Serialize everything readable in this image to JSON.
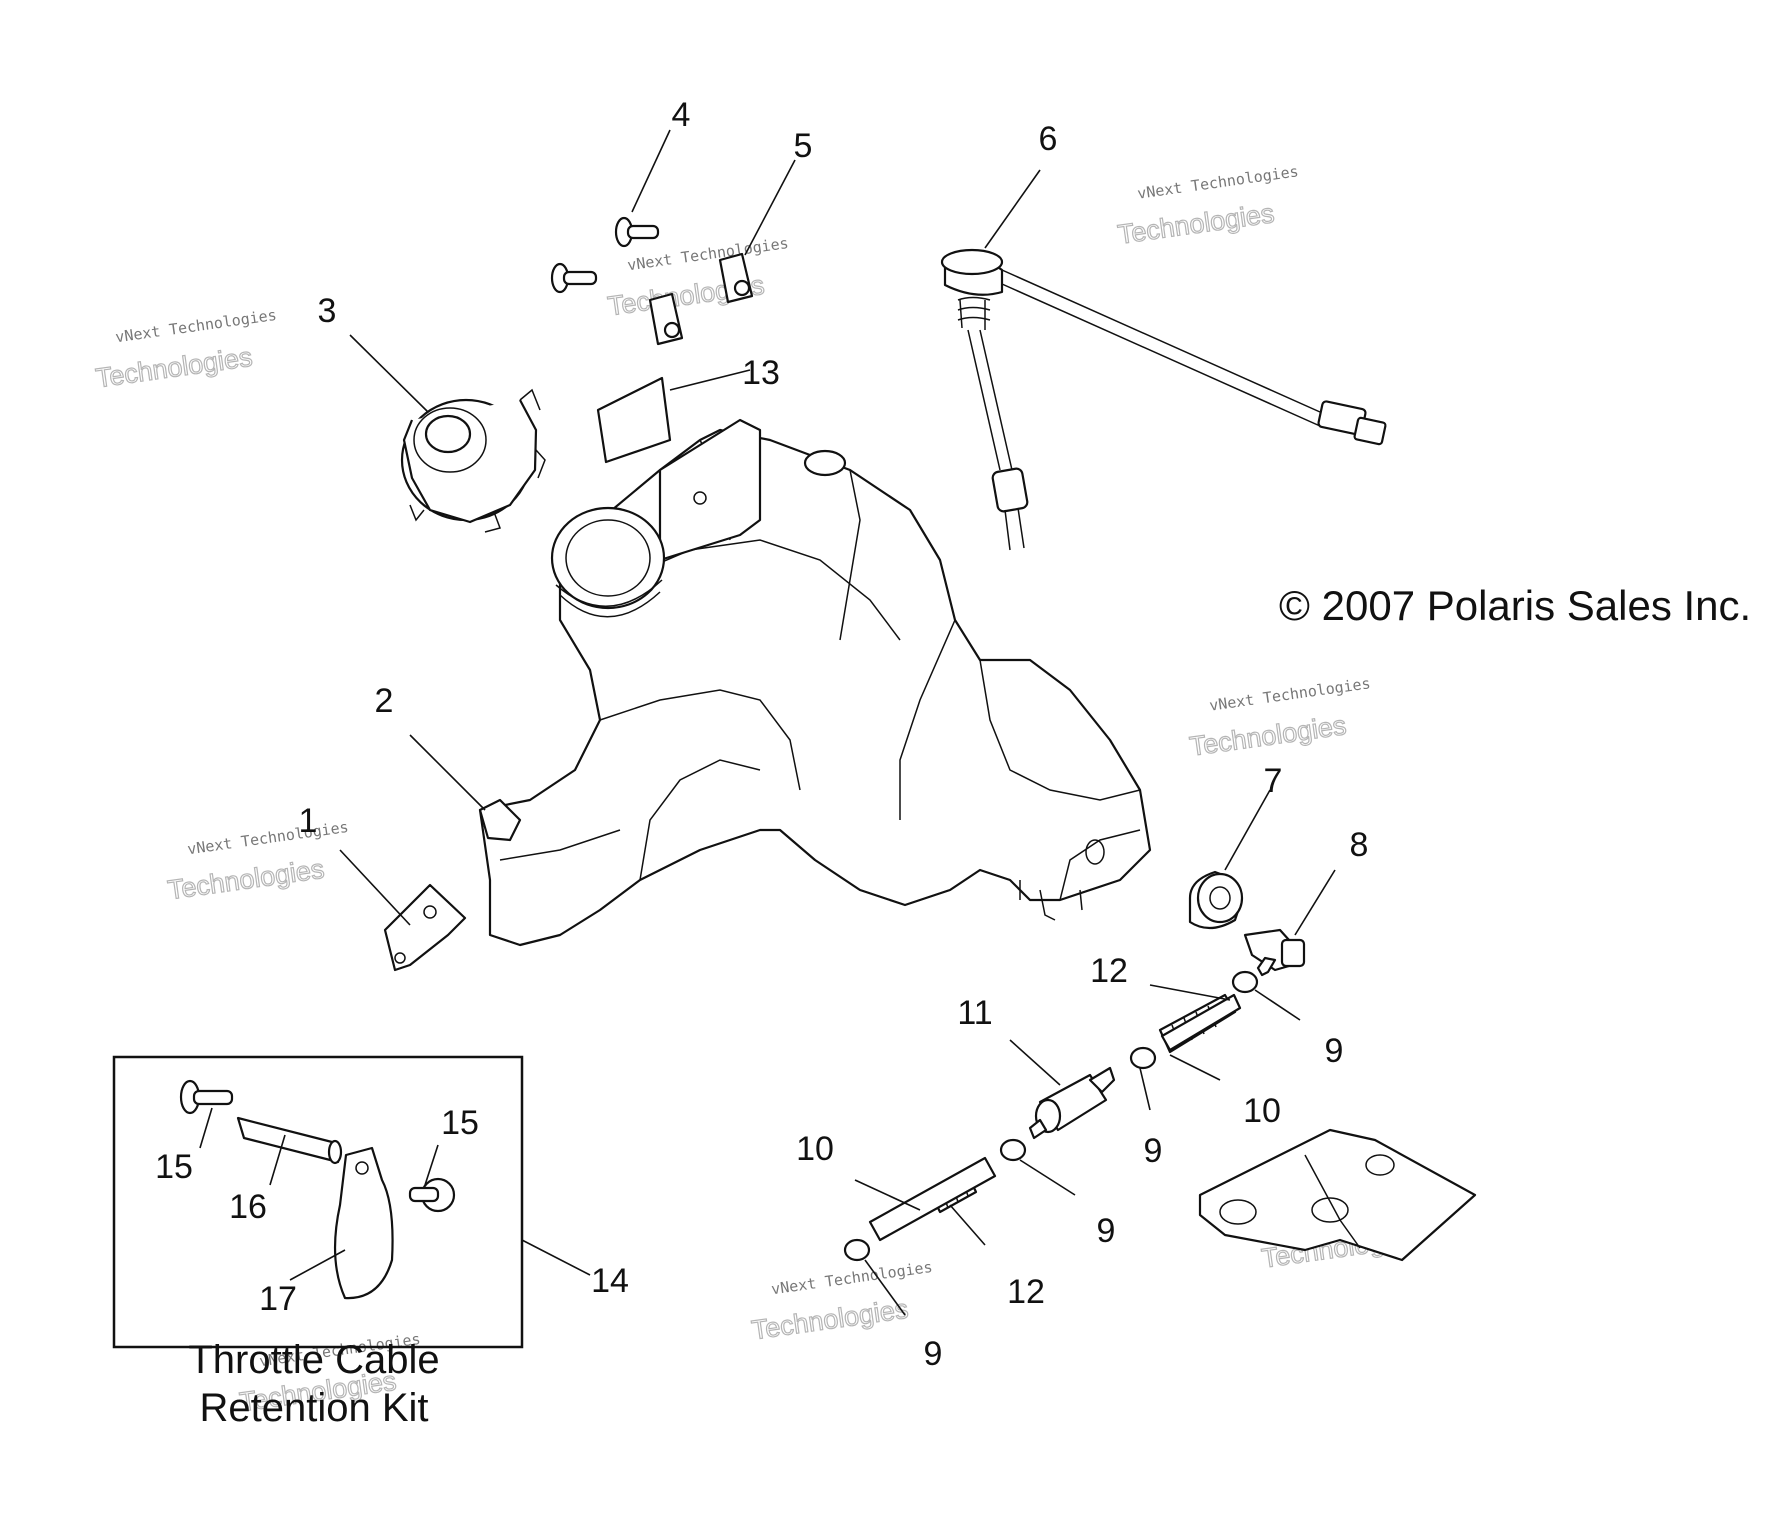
{
  "copyright": "© 2007 Polaris Sales Inc.",
  "kit": {
    "caption_line1": "Throttle Cable",
    "caption_line2": "Retention Kit"
  },
  "watermark": {
    "line1": "vNext Technologies",
    "line2": "Technologies"
  },
  "callouts": {
    "c1": "1",
    "c2": "2",
    "c3": "3",
    "c4": "4",
    "c5": "5",
    "c6": "6",
    "c7": "7",
    "c8": "8",
    "c9a": "9",
    "c9b": "9",
    "c9c": "9",
    "c9d": "9",
    "c10a": "10",
    "c10b": "10",
    "c11": "11",
    "c12a": "12",
    "c12b": "12",
    "c13": "13",
    "c14": "14",
    "c15a": "15",
    "c15b": "15",
    "c16": "16",
    "c17": "17"
  }
}
